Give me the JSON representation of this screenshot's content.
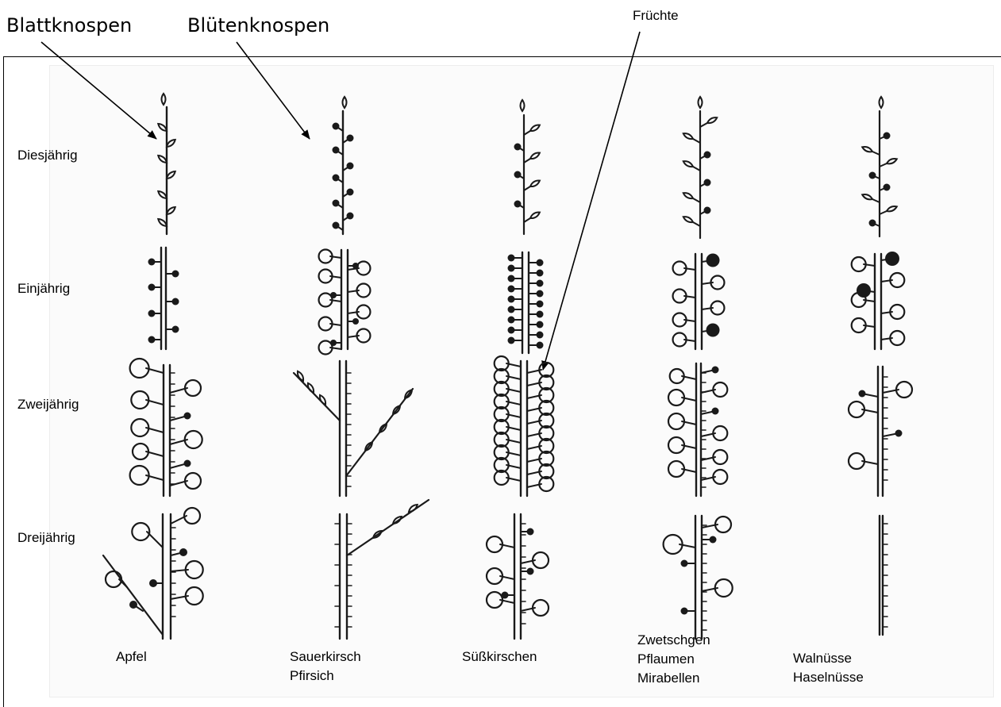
{
  "callouts": {
    "leaf_buds": "Blattknospen",
    "flower_buds": "Blütenknospen",
    "fruits": "Früchte"
  },
  "rows": [
    {
      "label": "Diesjährig"
    },
    {
      "label": "Einjährig"
    },
    {
      "label": "Zweijährig"
    },
    {
      "label": "Dreijährig"
    }
  ],
  "columns": [
    {
      "lines": [
        "Apfel"
      ]
    },
    {
      "lines": [
        "Sauerkirsch",
        "Pfirsich"
      ]
    },
    {
      "lines": [
        "Süßkirschen"
      ]
    },
    {
      "lines": [
        "Zwetschgen",
        "Pflaumen",
        "Mirabellen"
      ]
    },
    {
      "lines": [
        "Walnüsse",
        "Haselnüsse"
      ]
    }
  ],
  "colors": {
    "ink": "#1a1a1a",
    "paper": "#fbfbfb"
  }
}
